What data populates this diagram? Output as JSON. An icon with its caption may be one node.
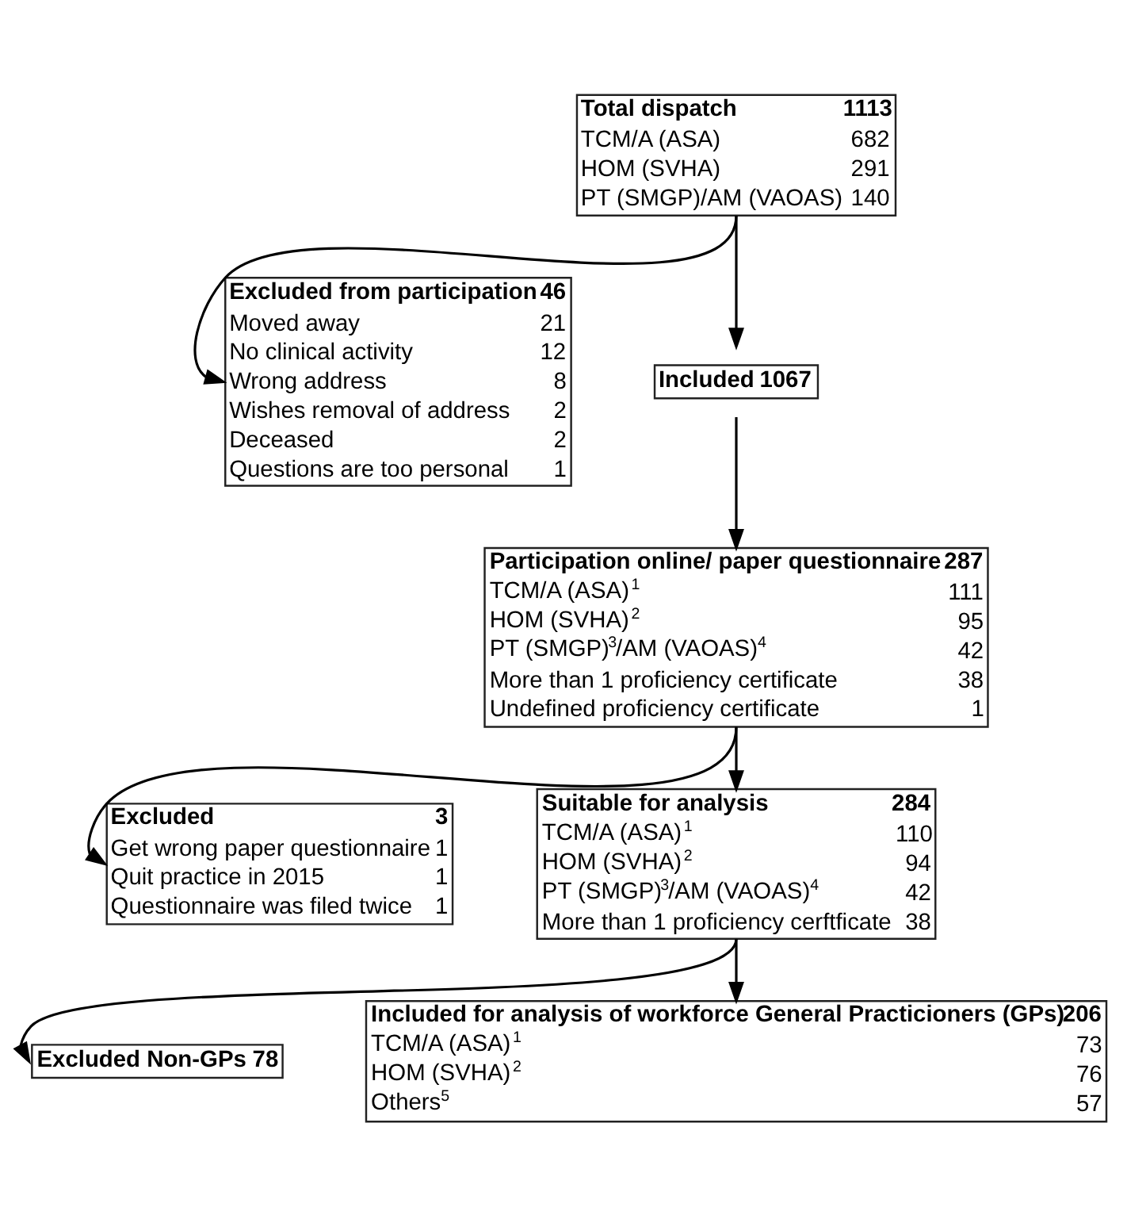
{
  "diagram": {
    "nodes": [
      {
        "text": [
          "Total dispatch",
          "1113",
          "TCM/A (ASA)",
          "682",
          "HOM (SVHA)",
          "291",
          "PT (SMGP)/AM (VAOAS)",
          "140"
        ]
      },
      {
        "text": [
          "Excluded from participation",
          "46",
          "Moved away",
          "21",
          "No clinical activity",
          "12",
          "Wrong address",
          "8",
          "Wishes removal of address",
          "2",
          "Deceased",
          "2",
          "Questions are too personal",
          "1"
        ]
      },
      {
        "text": [
          "Included",
          "1067"
        ]
      },
      {
        "text": [
          "Participation online/ paper questionnaire",
          "287",
          "TCM/A (ASA)$^{1}$",
          "111",
          "HOM (SVHA)$^{2}$",
          "95",
          "PT (SMGP)$^{3}$/AM (VAOAS)$^{4}$",
          "42",
          "More than 1 proficiency certificate",
          "38",
          "Undefined proficiency certificate",
          "1"
        ]
      },
      {
        "text": [
          "Excluded",
          "3",
          "Get wrong paper questionnaire",
          "1",
          "Quit practice in 2015",
          "1",
          "Questionnaire was filed twice",
          "1"
        ]
      },
      {
        "text": [
          "Suitable for analysis",
          "284",
          "TCM/A (ASA)$^{1}$",
          "110",
          "HOM (SVHA)$^{2}$",
          "94",
          "PT (SMGP)$^{3}$/AM (VAOAS)$^{4}$",
          "42",
          "More than 1 proficiency cerftficate",
          "38"
        ]
      },
      {
        "text": [
          "Excluded Non-GPs",
          "78"
        ]
      },
      {
        "text": [
          "Included for analysis of workforce General Practicioners (GPs)",
          "206",
          "TCM/A (ASA)$^{1}$",
          "73",
          "HOM (SVHA)$^{2}$",
          "76",
          "Others$^{5}$",
          "57"
        ]
      }
    ],
    "edges": [
      {
        "from": 0,
        "to": 2,
        "arrow": "to"
      },
      {
        "from": 0,
        "to": 1,
        "arrow": "to"
      },
      {
        "from": 2,
        "to": 3,
        "arrow": "to"
      },
      {
        "from": 3,
        "to": 5,
        "arrow": "to"
      },
      {
        "from": 3,
        "to": 4,
        "arrow": "to"
      },
      {
        "from": 5,
        "to": 7,
        "arrow": "to"
      },
      {
        "from": 5,
        "to": 6,
        "arrow": "to"
      }
    ]
  }
}
